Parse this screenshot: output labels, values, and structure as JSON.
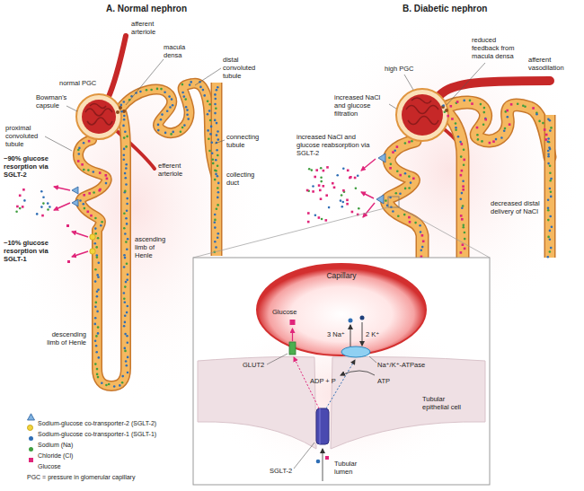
{
  "diagram": {
    "nodes": [
      {
        "text": [
          "Capillary"
        ]
      }
    ],
    "labels": [
      "A. Normal nephron",
      "afferent arteriole",
      "normal PGC",
      "macula densa",
      "distal convoluted tubule",
      "Bowman's capsule",
      "efferent arteriole",
      "proximal convoluted tubule",
      "collecting duct",
      "~90% glucose resorption via SGLT-2",
      "connecting tubule",
      "~10% glucose resorption via SGLT-1",
      "ascending limb of Henle",
      "descending limb of Henle",
      "B. Diabetic nephron",
      "high PGC",
      "reduced feedback from macula densa",
      "afferent vasodilation",
      "increased NaCl and glucose filtration",
      "increased NaCl and glucose reabsorption via SGLT-2",
      "decreased distal delivery of NaCl",
      "Glucose",
      "3 Na⁺",
      "2 K⁺",
      "GLUT2",
      "Na⁺/K⁺-ATPase",
      "ADP + P",
      "ATP",
      "Tubular epithelial cell",
      "SGLT-2",
      "Tubular lumen"
    ],
    "legend": [
      {
        "text": "Sodium-glucose co-transporter-2 (SGLT-2)"
      },
      {
        "text": "Sodium-glucose co-transporter-1 (SGLT-1)",
        "color": "#f2d43c"
      },
      {
        "text": "Sodium (Na)",
        "color": "#2f6eb5"
      },
      {
        "text": "Chloride (Cl)",
        "color": "#3f9e3f"
      },
      {
        "text": "Glucose",
        "color": "#e0257a"
      },
      {
        "text": "PGC = pressure in glomerular capillary"
      }
    ]
  }
}
